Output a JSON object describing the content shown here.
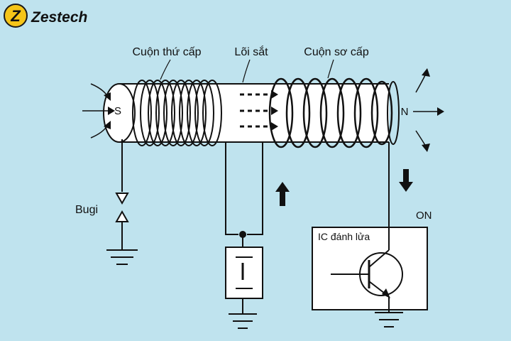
{
  "brand": {
    "name": "Zestech",
    "logo_letter": "Z"
  },
  "labels": {
    "secondary_coil": "Cuộn thứ cấp",
    "iron_core": "Lõi sắt",
    "primary_coil": "Cuộn sơ cấp",
    "south_pole": "S",
    "north_pole": "N",
    "spark_plug": "Bugi",
    "switch_state": "ON",
    "igniter_ic": "IC đánh lửa"
  },
  "colors": {
    "background": "#bfe3ee",
    "line": "#111111",
    "logo_yellow": "#f5c518",
    "logo_dark": "#1a1a1a"
  }
}
